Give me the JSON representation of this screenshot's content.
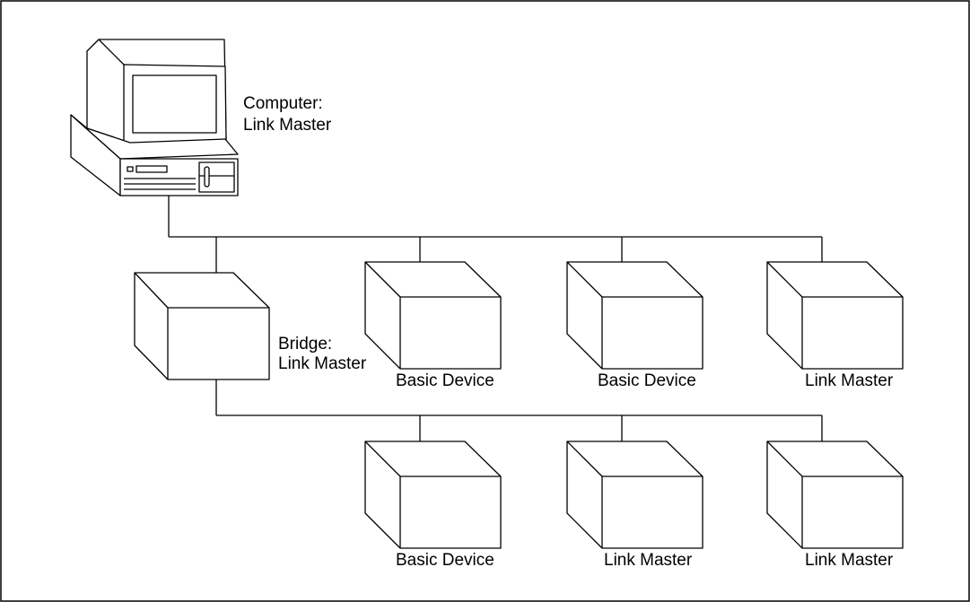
{
  "diagram": {
    "computer": {
      "label_line1": "Computer:",
      "label_line2": "Link Master"
    },
    "bridge": {
      "label_line1": "Bridge:",
      "label_line2": "Link Master"
    },
    "segment_upper": {
      "devices": [
        {
          "label": "Basic Device"
        },
        {
          "label": "Basic Device"
        },
        {
          "label": "Link Master"
        }
      ]
    },
    "segment_lower": {
      "devices": [
        {
          "label": "Basic Device"
        },
        {
          "label": "Link Master"
        },
        {
          "label": "Link Master"
        }
      ]
    }
  }
}
